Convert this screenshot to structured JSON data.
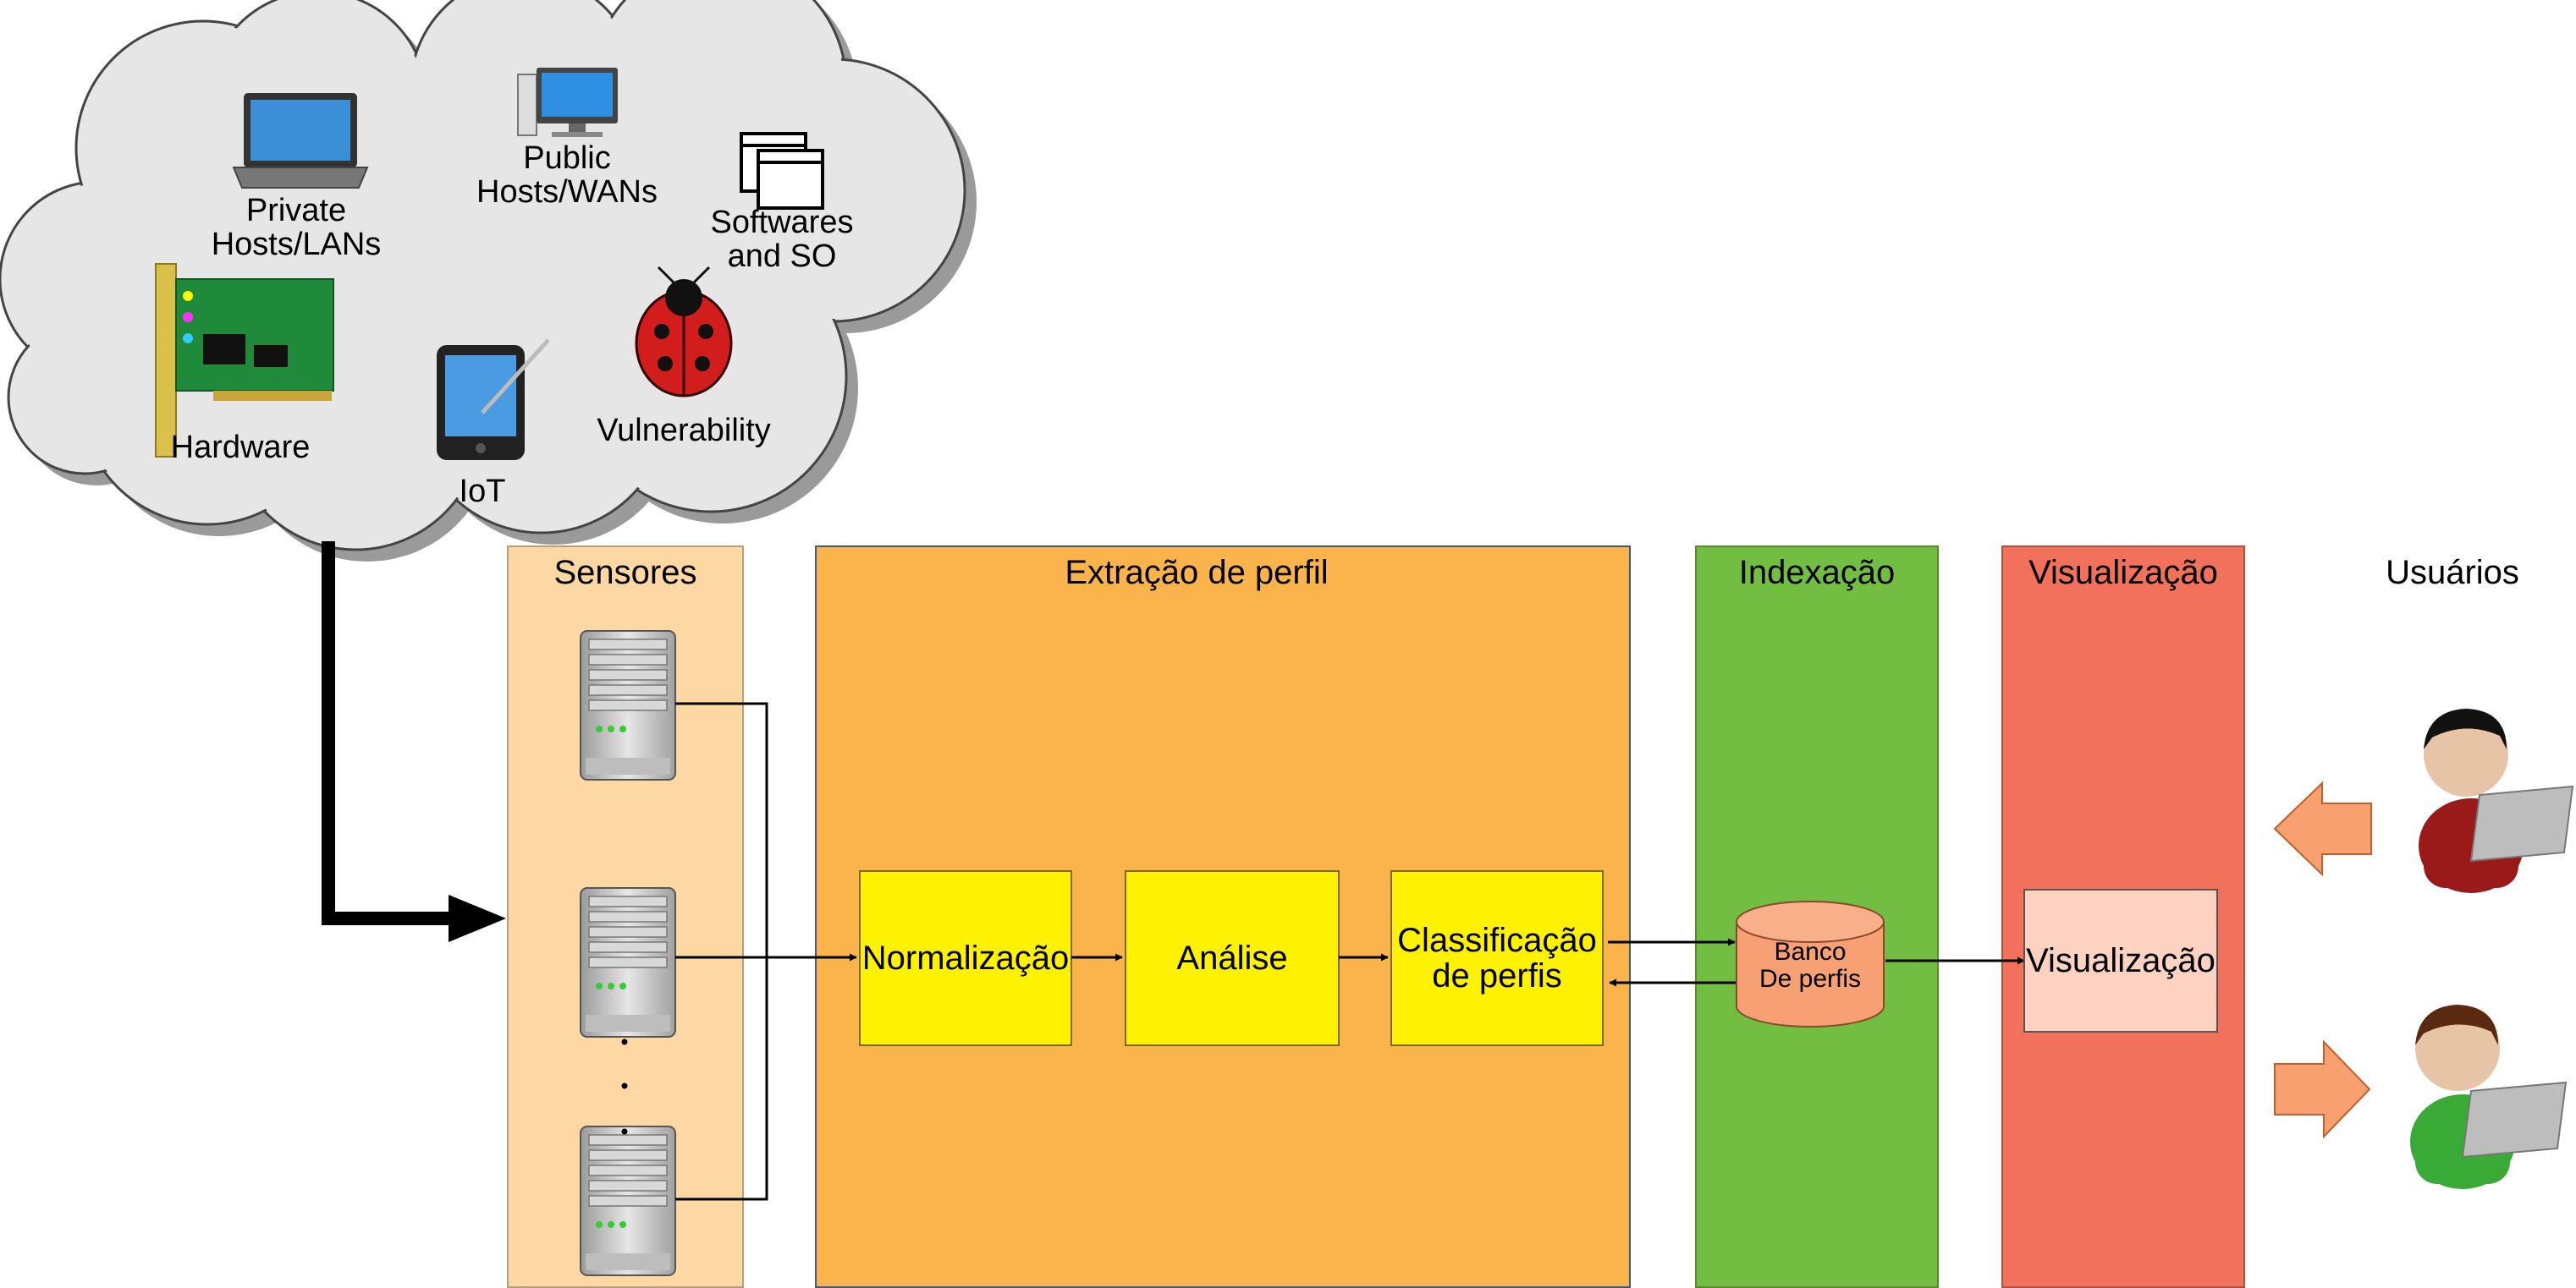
{
  "cloud": {
    "items": [
      {
        "icon": "laptop-icon",
        "label": "Private\nHosts/LANs"
      },
      {
        "icon": "desktop-icon",
        "label": "Public\nHosts/WANs"
      },
      {
        "icon": "windows-icon",
        "label": "Softwares\nand SO"
      },
      {
        "icon": "network-card-icon",
        "label": "Hardware"
      },
      {
        "icon": "tablet-icon",
        "label": "IoT"
      },
      {
        "icon": "ladybug-icon",
        "label": "Vulnerability"
      }
    ]
  },
  "columns": {
    "sensores": {
      "title": "Sensores",
      "color": "#fdd8a2"
    },
    "extracao": {
      "title": "Extração de perfil",
      "color": "#fbb44c"
    },
    "indexacao": {
      "title": "Indexação",
      "color": "#72be43"
    },
    "visualizacao": {
      "title": "Visualização",
      "color": "#f2715b"
    },
    "usuarios": {
      "title": "Usuários"
    }
  },
  "steps": {
    "normalizacao": "Normalização",
    "analise": "Análise",
    "classificacao": "Classificação\nde perfis"
  },
  "database": {
    "label": "Banco\nDe perfis",
    "color": "#f7a074"
  },
  "visualizacao_box": {
    "label": "Visualização",
    "color": "#fcd3c0"
  },
  "colors": {
    "step_box": "#fff200",
    "arrow_user": "#f8a070"
  }
}
